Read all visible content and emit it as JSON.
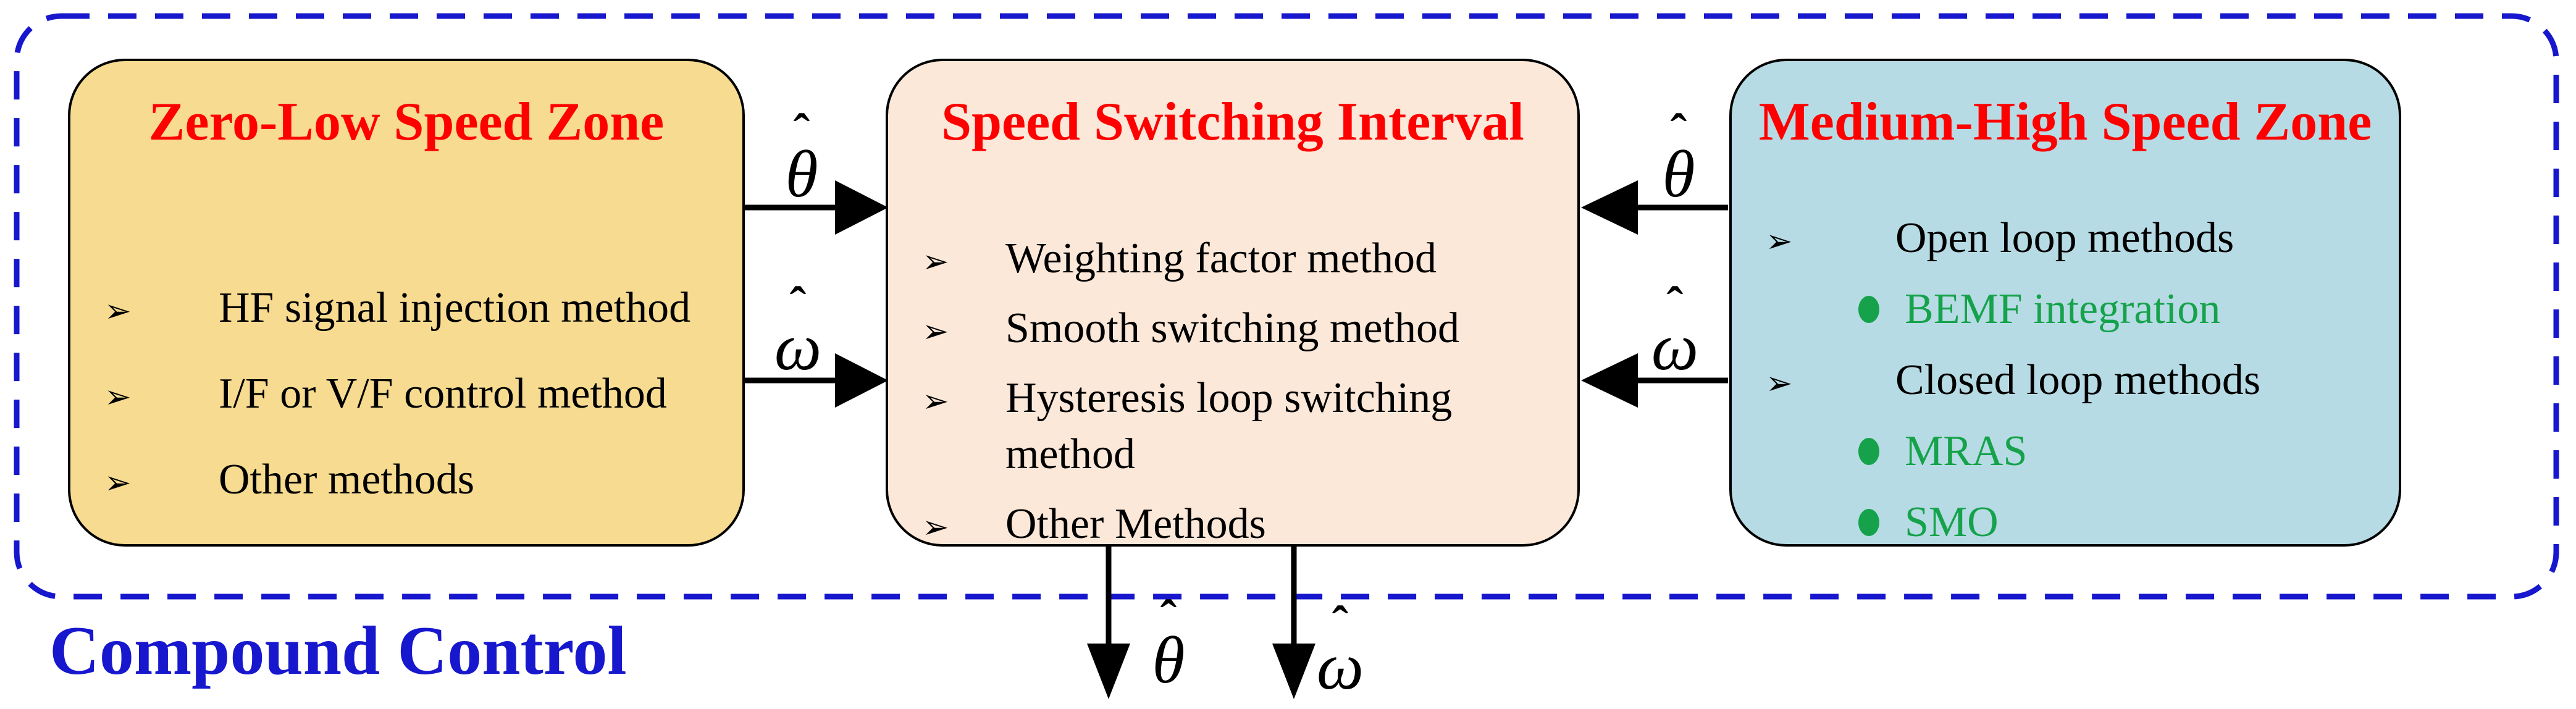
{
  "colors": {
    "canvas_bg": "#ffffff",
    "outline_blue": "#1717CE",
    "title_red": "#FF0000",
    "item_black": "#000000",
    "green": "#15A24B",
    "zero_low_fill": "#F6DB90",
    "switching_fill": "#FBE8D9",
    "medium_high_fill": "#B7DBE4",
    "box_border": "#000000"
  },
  "icons": {
    "arrow_bullet": "➢",
    "dot_bullet": "●"
  },
  "arrow_labels": {
    "theta": {
      "hat": "ˆ",
      "letter": "θ"
    },
    "omega": {
      "hat": "ˆ",
      "letter": "ω"
    }
  },
  "outer": {
    "label": "Compound Control"
  },
  "boxes": {
    "zero_low": {
      "title": "Zero-Low Speed Zone",
      "items": [
        "HF signal injection method",
        "I/F or V/F control method",
        "Other methods"
      ]
    },
    "switching": {
      "title": "Speed Switching Interval",
      "items": [
        "Weighting factor method",
        "Smooth switching method",
        "Hysteresis loop switching method",
        "Other Methods"
      ]
    },
    "medium_high": {
      "title": "Medium-High Speed Zone",
      "items": [
        {
          "level": "arrow",
          "color": "black",
          "text": "Open loop methods"
        },
        {
          "level": "dot",
          "color": "green",
          "text": "BEMF integration"
        },
        {
          "level": "arrow",
          "color": "black",
          "text": "Closed loop methods"
        },
        {
          "level": "dot",
          "color": "green",
          "text": "MRAS"
        },
        {
          "level": "dot",
          "color": "green",
          "text": "SMO"
        }
      ]
    }
  }
}
